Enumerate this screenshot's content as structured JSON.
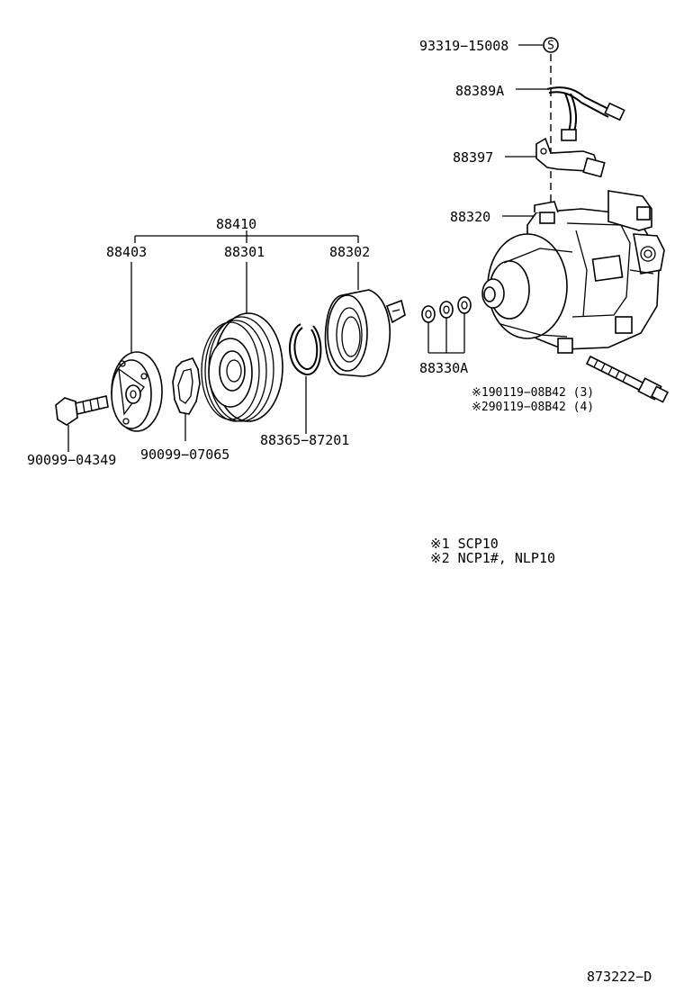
{
  "diagram": {
    "parts": {
      "p93319": "93319−15008",
      "p88389A": "88389A",
      "p88397": "88397",
      "p88320": "88320",
      "p88410": "88410",
      "p88403": "88403",
      "p88301": "88301",
      "p88302": "88302",
      "p88330A": "88330A",
      "p88365": "88365−87201",
      "p90099_04349": "90099−04349",
      "p90099_07065": "90099−07065",
      "bolt1": "※190119−08B42 (3)",
      "bolt2": "※290119−08B42 (4)"
    },
    "symbol_s": "S",
    "notes": [
      "※1  SCP10",
      "※2  NCP1#, NLP10"
    ],
    "figure_id": "873222−D"
  }
}
